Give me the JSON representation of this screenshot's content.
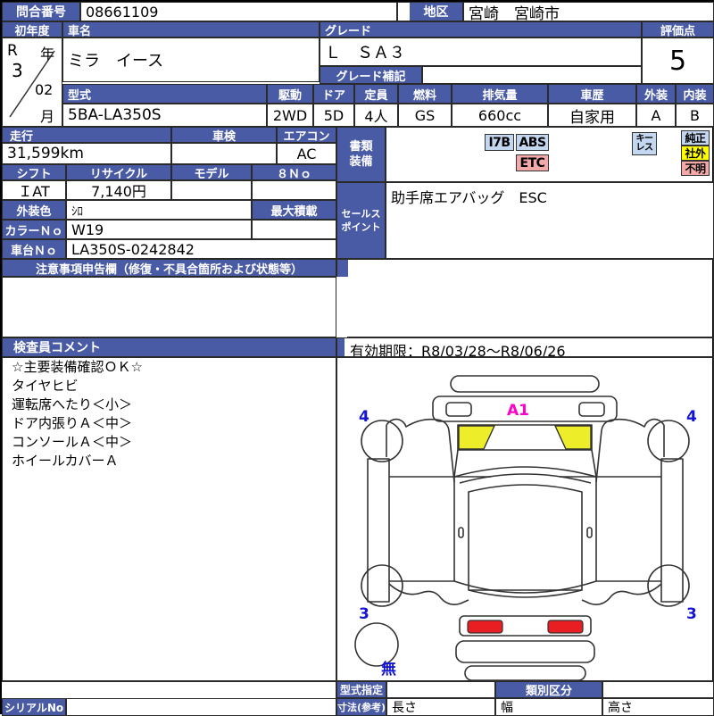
{
  "header": {
    "inquiry_label": "問合番号",
    "inquiry_no": "08661109",
    "region_label": "地区",
    "region_value": "宮崎　宮崎市"
  },
  "vehicle": {
    "first_reg_label": "初年度",
    "first_reg_era": "R",
    "first_reg_year": "3",
    "first_reg_year_unit": "年",
    "first_reg_month": "02",
    "first_reg_month_unit": "月",
    "car_name_label": "車名",
    "car_name": "ミラ　イース",
    "grade_label": "グレード",
    "grade": "Ｌ　ＳＡ３",
    "grade_note_label": "グレード補記",
    "grade_note": "",
    "score_label": "評価点",
    "score": "5",
    "model_code_label": "型式",
    "model_code": "5BA-LA350S",
    "drive_label": "駆動",
    "drive": "2WD",
    "door_label": "ドア",
    "door": "5D",
    "seats_label": "定員",
    "seats": "4人",
    "fuel_label": "燃料",
    "fuel": "GS",
    "displacement_label": "排気量",
    "displacement": "660cc",
    "history_label": "車歴",
    "history": "自家用",
    "exterior_label": "外装",
    "exterior": "A",
    "interior_label": "内装",
    "interior": "B"
  },
  "specs": {
    "mileage_label": "走行",
    "mileage": "31,599km",
    "shaken_label": "車検",
    "shaken": "",
    "aircon_label": "エアコン",
    "aircon": "AC",
    "shift_label": "シフト",
    "shift": "ＩAT",
    "recycle_label": "リサイクル",
    "recycle": "7,140円",
    "model_label": "モデル",
    "model": "",
    "eight_no_label": "８Ｎｏ",
    "eight_no": "",
    "color_label": "外装色",
    "color": "ｼﾛ",
    "color_no_label": "カラーＮｏ",
    "color_no": "W19",
    "max_load_label": "最大積載",
    "max_load": "",
    "chassis_no_label": "車台Ｎｏ",
    "chassis_no": "LA350S-0242842",
    "notice_label": "注意事項申告欄（修復・不具合箇所および状態等）",
    "notice_text": ""
  },
  "equipment": {
    "docs_label_l1": "書類",
    "docs_label_l2": "装備",
    "badges": [
      {
        "text": "I7B",
        "color": "#c3d7f0",
        "type": "blue"
      },
      {
        "text": "ABS",
        "color": "#c3d7f0",
        "type": "blue"
      },
      {
        "text": "ETC",
        "color": "#f4a9a9",
        "type": "pink"
      }
    ],
    "keyless_l1": "キー",
    "keyless_l2": "レス",
    "legend": [
      {
        "text": "純正",
        "color": "#c3d7f0"
      },
      {
        "text": "社外",
        "color": "#ffff00"
      },
      {
        "text": "不明",
        "color": "#f4a9a9"
      }
    ],
    "sales_point_l1": "セールス",
    "sales_point_l2": "ポイント",
    "sales_point_text": "助手席エアバッグ　ESC"
  },
  "inspector": {
    "title": "検査員コメント",
    "lines": [
      "☆主要装備確認ＯＫ☆",
      "タイヤヒビ",
      "運転席へたり＜小＞",
      "ドア内張りＡ＜中＞",
      "コンソールＡ＜中＞",
      "ホイールカバーＡ"
    ]
  },
  "diagram": {
    "validity_text": "有効期限：R8/03/28〜R8/06/26",
    "marks": [
      {
        "label": "A1",
        "color": "#ff00cc",
        "position": "front-hood"
      },
      {
        "label": "4",
        "color": "#1414d2",
        "position": "front-left-tire"
      },
      {
        "label": "4",
        "color": "#1414d2",
        "position": "front-right-tire"
      },
      {
        "label": "3",
        "color": "#1414d2",
        "position": "rear-left-tire"
      },
      {
        "label": "3",
        "color": "#1414d2",
        "position": "rear-right-tire"
      },
      {
        "label": "無",
        "color": "#1414d2",
        "position": "spare-tire"
      }
    ]
  },
  "footer": {
    "serial_label": "シリアルNo",
    "serial_value": "",
    "type_desig_label": "型式指定",
    "type_desig_value": "",
    "class_div_label": "類別区分",
    "class_div_value": "",
    "dimension_label": "寸法(参考)",
    "length_label": "長さ",
    "length_value": "",
    "width_label": "幅",
    "width_value": "",
    "height_label": "高さ",
    "height_value": ""
  }
}
